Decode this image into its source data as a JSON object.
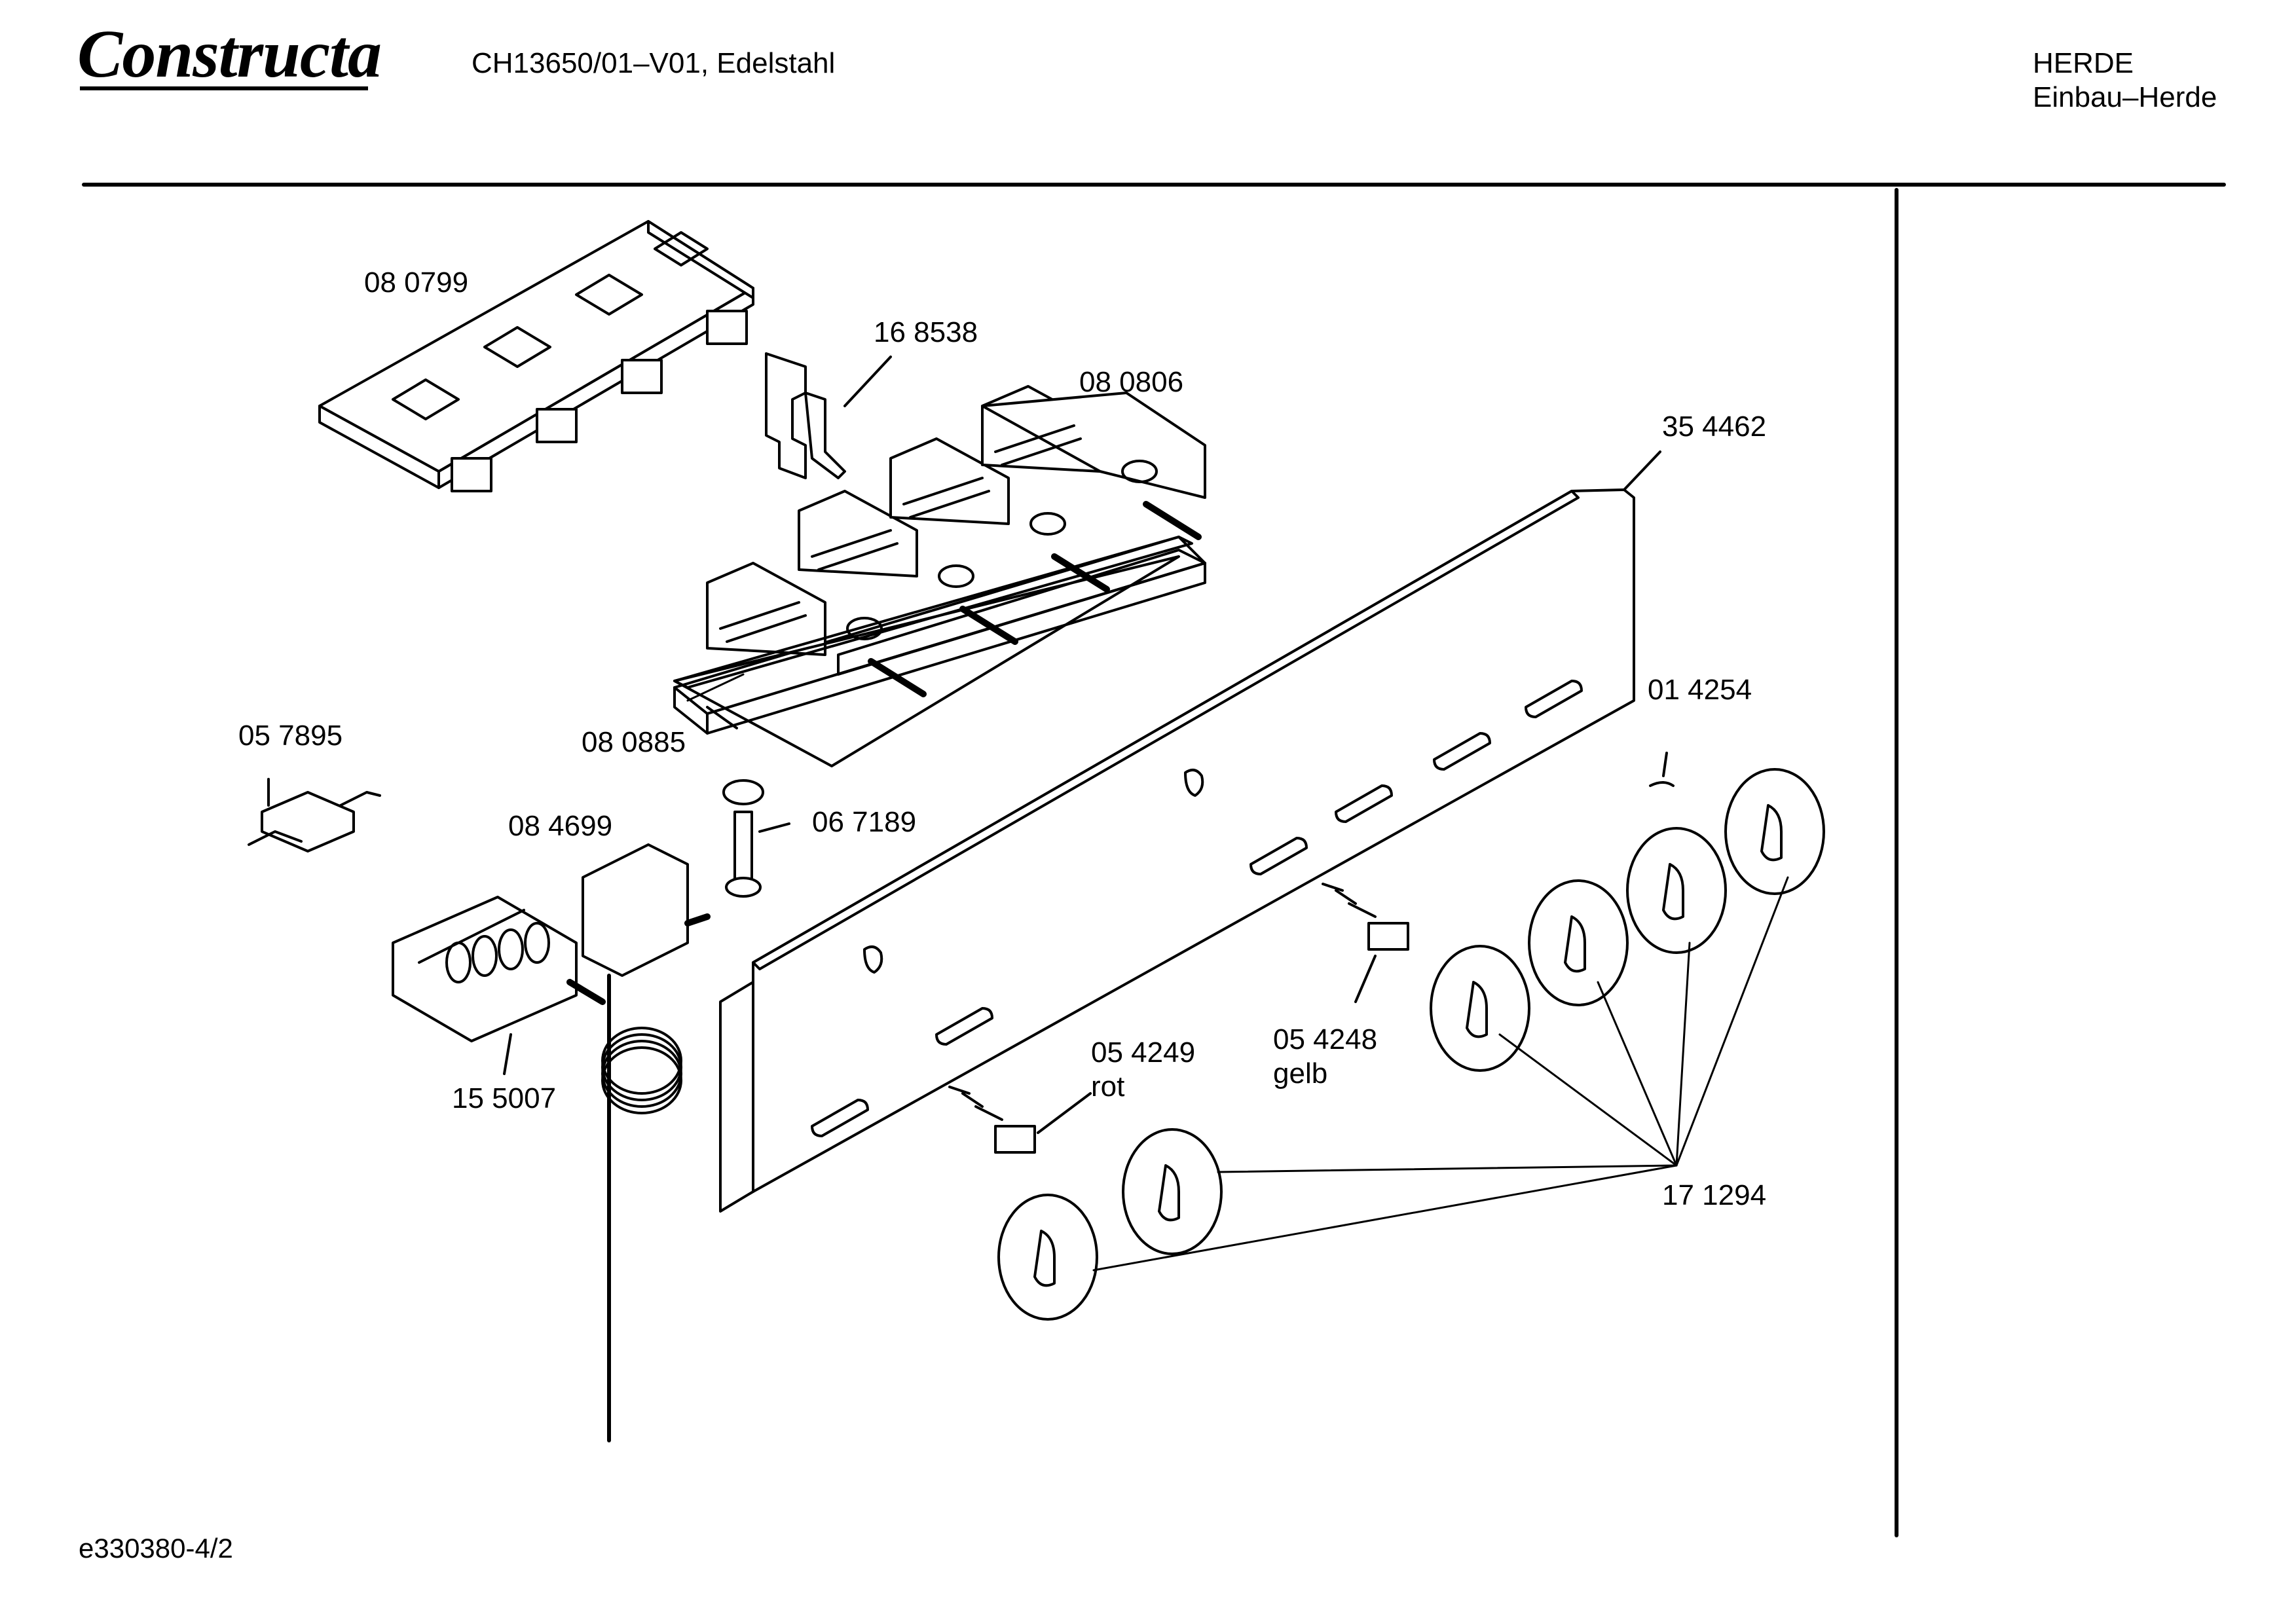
{
  "header": {
    "brand": "Constructa",
    "model": "CH13650/01–V01, Edelstahl",
    "category_line1": "HERDE",
    "category_line2": "Einbau–Herde"
  },
  "footer": {
    "drawing_id": "e330380-4/2"
  },
  "parts": {
    "p080799": "08 0799",
    "p168538": "16 8538",
    "p080806": "08 0806",
    "p354462": "35 4462",
    "p080885": "08 0885",
    "p057895": "05 7895",
    "p084699": "08 4699",
    "p067189": "06 7189",
    "p014254": "01 4254",
    "p155007": "15 5007",
    "p054249": "05 4249",
    "p054249_note": "rot",
    "p054248": "05 4248",
    "p054248_note": "gelb",
    "p171294": "17 1294"
  }
}
